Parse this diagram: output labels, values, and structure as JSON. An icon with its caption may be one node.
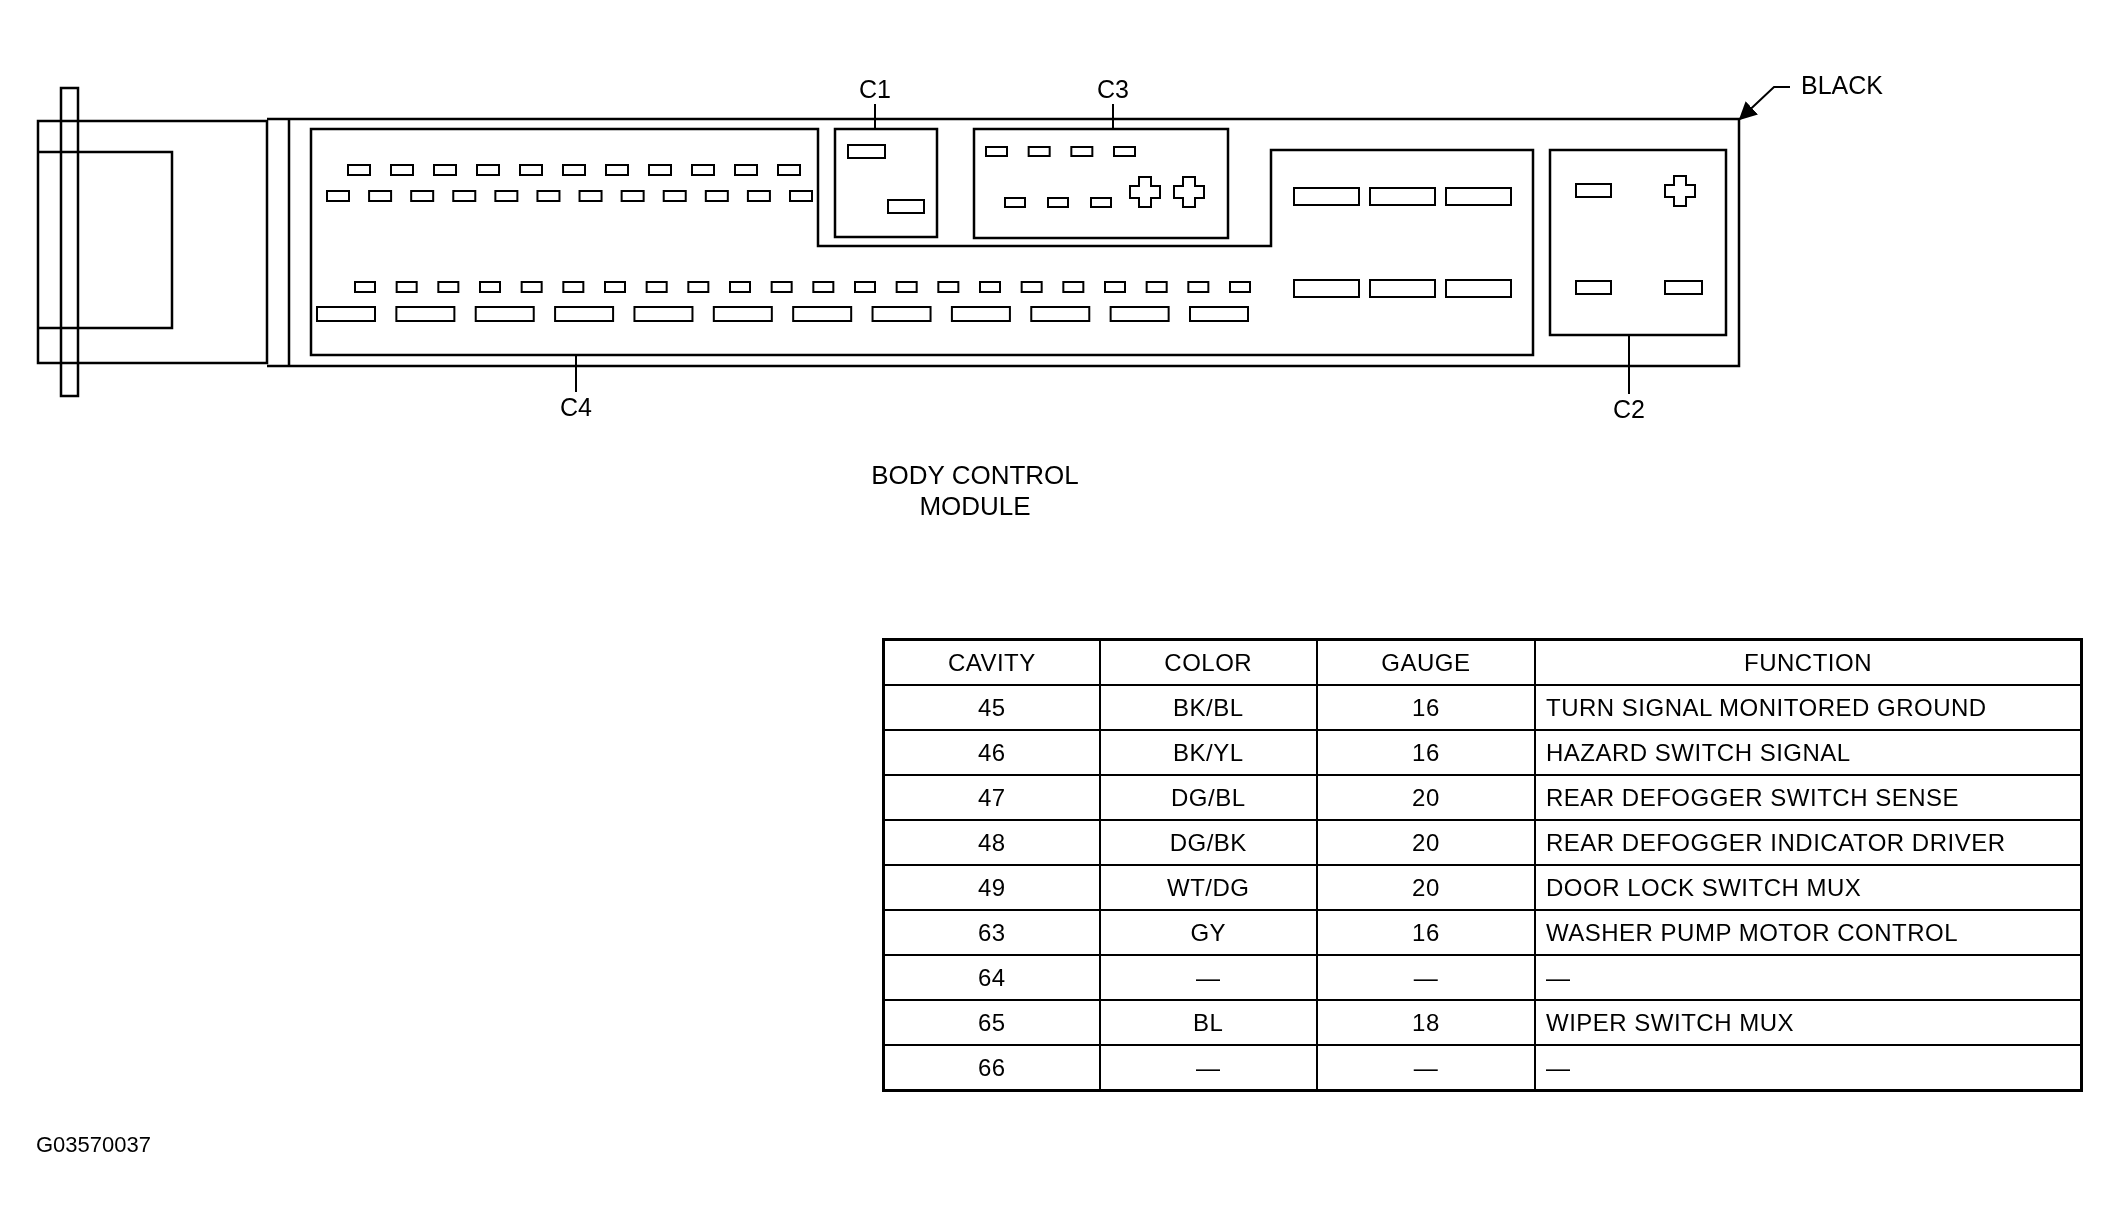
{
  "diagram": {
    "nodes": [
      {
        "text": [],
        "shape": "box"
      },
      {
        "text": [],
        "shape": "box",
        "in": 0
      },
      {
        "text": [],
        "shape": "box",
        "in": 0
      },
      {
        "text": [],
        "shape": "box",
        "in": 0
      },
      {
        "text": [],
        "shape": "box",
        "in": 0
      },
      {
        "text": [
          "C1"
        ]
      },
      {
        "text": [
          "C3"
        ]
      },
      {
        "text": [
          "BLACK"
        ]
      },
      {
        "text": [
          "C4"
        ]
      },
      {
        "text": [
          "C2"
        ]
      }
    ],
    "edges": [
      {
        "from": 5,
        "to": 2,
        "arrow": "none"
      },
      {
        "from": 6,
        "to": 3,
        "arrow": "none"
      },
      {
        "from": 7,
        "to": 0,
        "arrow": "to"
      },
      {
        "from": 8,
        "to": 1,
        "arrow": "none"
      },
      {
        "from": 9,
        "to": 4,
        "arrow": "none"
      }
    ],
    "labels": [
      "BODY CONTROL MODULE",
      "CAVITY",
      "COLOR",
      "GAUGE",
      "FUNCTION",
      "45",
      "BK/BL",
      "16",
      "TURN SIGNAL MONITORED GROUND",
      "46",
      "BK/YL",
      "16",
      "HAZARD SWITCH SIGNAL",
      "47",
      "DG/BL",
      "20",
      "REAR DEFOGGER SWITCH SENSE",
      "48",
      "DG/BK",
      "20",
      "REAR DEFOGGER INDICATOR DRIVER",
      "49",
      "WT/DG",
      "20",
      "DOOR LOCK SWITCH MUX",
      "63",
      "GY",
      "16",
      "WASHER PUMP MOTOR CONTROL",
      "64",
      "—",
      "—",
      "—",
      "65",
      "BL",
      "18",
      "WIPER SWITCH MUX",
      "66",
      "—",
      "—",
      "—",
      "G03570037"
    ]
  }
}
